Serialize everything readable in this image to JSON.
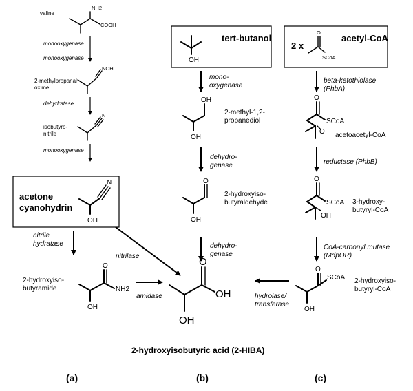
{
  "pathway_a": {
    "start_compound": "valine",
    "nh2": "NH2",
    "cooh": "COOH",
    "enzyme_1": "monooxygenase",
    "enzyme_2": "monooxygenase",
    "oxime_line1": "2-methylpropanal",
    "oxime_line2": "oxime",
    "noh": "NOH",
    "enzyme_3": "dehydratase",
    "nitrile_line1": "isobutyro-",
    "nitrile_line2": "nitrile",
    "nitrile_n": "N",
    "enzyme_4": "monooxygenase",
    "box_line1": "acetone",
    "box_line2": "cyanohydrin",
    "box_n": "N",
    "box_oh": "OH",
    "enzyme_5_line1": "nitrile",
    "enzyme_5_line2": "hydratase",
    "enzyme_nitrilase": "nitrilase",
    "amide_line1": "2-hydroxyiso-",
    "amide_line2": "butyramide",
    "amide_o": "O",
    "amide_nh2": "NH2",
    "amide_oh": "OH",
    "enzyme_amidase": "amidase"
  },
  "pathway_b": {
    "box_title": "tert-butanol",
    "box_oh": "OH",
    "enzyme_1_line1": "mono-",
    "enzyme_1_line2": "oxygenase",
    "diol_line1": "2-methyl-1,2-",
    "diol_line2": "propanediol",
    "diol_oh_top": "OH",
    "diol_oh_bottom": "OH",
    "enzyme_2_line1": "dehydro-",
    "enzyme_2_line2": "genase",
    "ald_line1": "2-hydroxyiso-",
    "ald_line2": "butyraldehyde",
    "ald_o": "O",
    "ald_oh": "OH",
    "enzyme_3_line1": "dehydro-",
    "enzyme_3_line2": "genase",
    "hiba_o": "O",
    "hiba_oh_right": "OH",
    "hiba_oh_bottom": "OH",
    "final_product": "2-hydroxyisobutyric acid (2-HIBA)"
  },
  "pathway_c": {
    "box_prefix": "2 x",
    "box_title": "acetyl-CoA",
    "box_o": "O",
    "box_scoa": "SCoA",
    "enzyme_1_line1": "beta-ketothiolase",
    "enzyme_1_line2": "(PhbA)",
    "acac_name": "acetoacetyl-CoA",
    "acac_o1": "O",
    "acac_scoa": "SCoA",
    "acac_o2": "O",
    "enzyme_2": "reductase (PhbB)",
    "hb_line1": "3-hydroxy-",
    "hb_line2": "butyryl-CoA",
    "hb_o": "O",
    "hb_scoa": "SCoA",
    "hb_oh": "OH",
    "enzyme_3_line1": "CoA-carbonyl mutase",
    "enzyme_3_line2": "(MdpOR)",
    "hib_line1": "2-hydroxyiso-",
    "hib_line2": "butyryl-CoA",
    "hib_o": "O",
    "hib_scoa": "SCoA",
    "hib_oh": "OH",
    "enzyme_4_line1": "hydrolase/",
    "enzyme_4_line2": "transferase"
  },
  "panels": {
    "a": "(a)",
    "b": "(b)",
    "c": "(c)"
  }
}
